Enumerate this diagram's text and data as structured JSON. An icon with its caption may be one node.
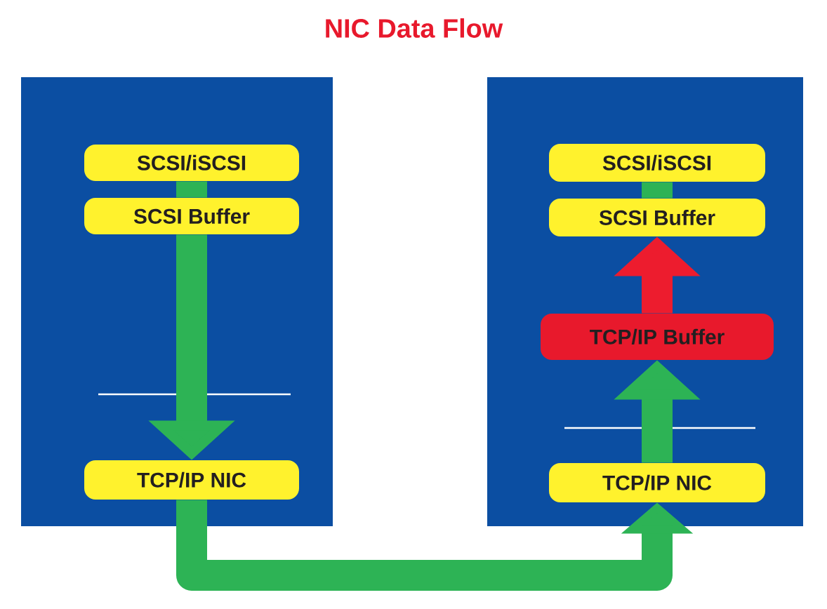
{
  "diagram": {
    "title": "NIC Data Flow",
    "nodes": [
      {
        "text": [],
        "shape": "box"
      },
      {
        "text": [
          "SCSI/iSCSI"
        ],
        "in": 0
      },
      {
        "text": [
          "SCSI Buffer"
        ],
        "in": 0
      },
      {
        "text": [
          "TCP/IP NIC"
        ],
        "in": 0
      },
      {
        "text": [],
        "shape": "box"
      },
      {
        "text": [
          "SCSI/iSCSI"
        ],
        "in": 4
      },
      {
        "text": [
          "SCSI Buffer"
        ],
        "in": 4
      },
      {
        "text": [
          "TCP/IP Buffer"
        ],
        "in": 4
      },
      {
        "text": [
          "TCP/IP NIC"
        ],
        "in": 4
      }
    ],
    "edges": [
      {
        "from": 1,
        "to": 2,
        "arrow": "none"
      },
      {
        "from": 2,
        "to": 3,
        "arrow": "to"
      },
      {
        "from": 3,
        "to": 8,
        "arrow": "to"
      },
      {
        "from": 8,
        "to": 7,
        "arrow": "to"
      },
      {
        "from": 7,
        "to": 6,
        "arrow": "to",
        "color": "#ed1c2e"
      },
      {
        "from": 5,
        "to": 6,
        "arrow": "none"
      }
    ]
  }
}
